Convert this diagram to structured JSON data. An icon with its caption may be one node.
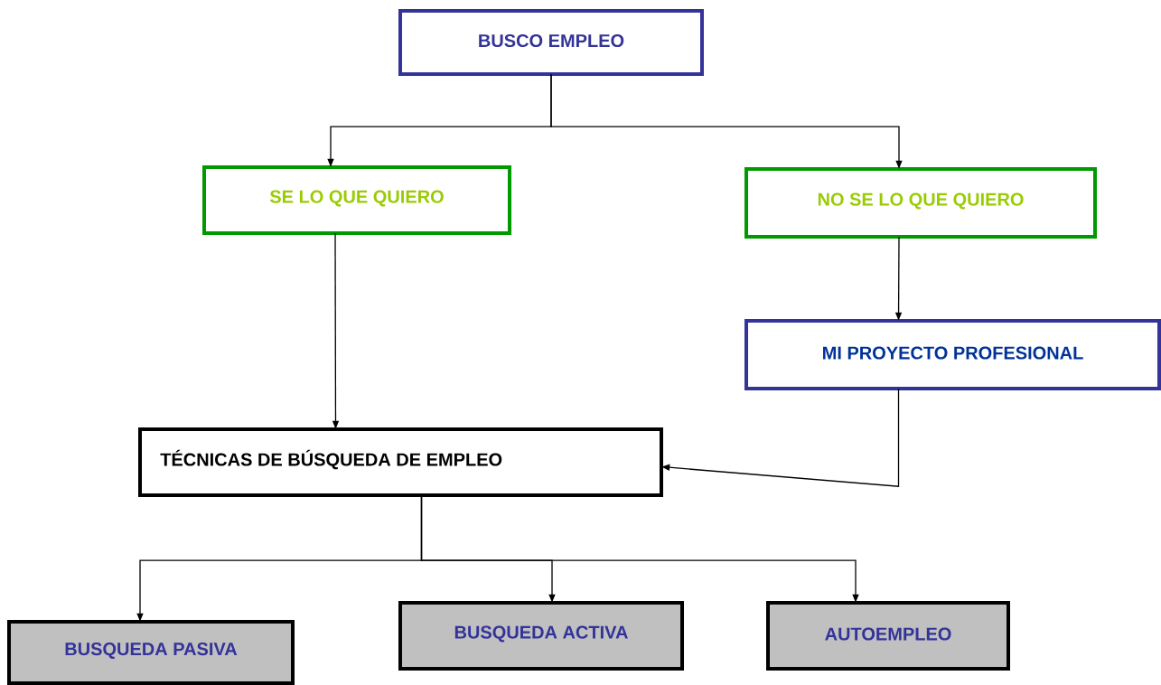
{
  "diagram": {
    "nodes": [
      {
        "text": [
          "BUSCO EMPLEO"
        ]
      },
      {
        "text": [
          "SE LO QUE QUIERO"
        ]
      },
      {
        "text": [
          "NO SE LO QUE QUIERO"
        ]
      },
      {
        "text": [
          "MI PROYECTO PROFESIONAL"
        ]
      },
      {
        "text": [
          "TÉCNICAS DE BÚSQUEDA DE EMPLEO"
        ]
      },
      {
        "text": [
          "BUSQUEDA PASIVA"
        ]
      },
      {
        "text": [
          "BUSQUEDA ACTIVA"
        ]
      },
      {
        "text": [
          "AUTOEMPLEO"
        ]
      }
    ],
    "edges": [
      {
        "from": 0,
        "to": 1,
        "arrow": "to"
      },
      {
        "from": 0,
        "to": 2,
        "arrow": "to"
      },
      {
        "from": 1,
        "to": 4,
        "arrow": "to"
      },
      {
        "from": 2,
        "to": 3,
        "arrow": "to"
      },
      {
        "from": 3,
        "to": 4,
        "arrow": "to"
      },
      {
        "from": 4,
        "to": 5,
        "arrow": "to"
      },
      {
        "from": 4,
        "to": 6,
        "arrow": "to"
      },
      {
        "from": 4,
        "to": 7,
        "arrow": "to"
      }
    ]
  }
}
